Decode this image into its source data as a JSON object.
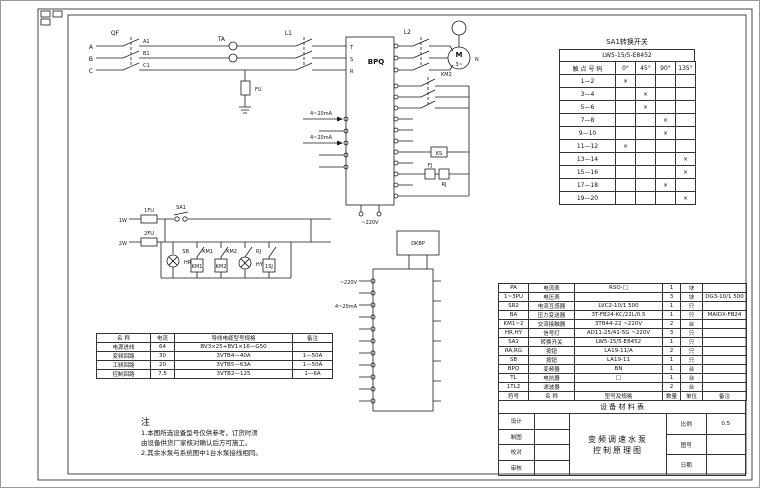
{
  "labels": {
    "phase_a": "A",
    "phase_b": "B",
    "phase_c": "C",
    "a1": "A1",
    "b1": "B1",
    "c1": "C1",
    "qf": "QF",
    "ta": "TA",
    "fu": "FU",
    "l1": "L1",
    "l2": "L2",
    "bpq": "BPQ",
    "t": "T",
    "s": "S",
    "r": "R",
    "motor": "M",
    "motor_phase": "3~",
    "n": "N",
    "ma_in1": "4~20mA",
    "ma_in2": "4~20mA",
    "v220": "~220V",
    "km1": "KM1",
    "km2": "KM2",
    "ks": "KS",
    "fj": "FJ",
    "rj": "RJ",
    "w1": "1W",
    "w2": "2W",
    "fu1": "1FU",
    "fu2": "2FU",
    "sa1": "SA1",
    "sb": "SB",
    "hr": "HR",
    "hy": "HY",
    "sj1": "1SJ",
    "dkbp": "DKBP",
    "ctrl_v220": "~220V",
    "ctrl_ma": "4~20mA"
  },
  "sa1_table": {
    "title": "SA1转换开关",
    "model": "LW5-15/5-E8452",
    "header": [
      "触 点 号 码",
      "0°",
      "45°",
      "90°",
      "135°"
    ],
    "rows": [
      [
        "1—2",
        "×",
        "",
        "",
        ""
      ],
      [
        "3—4",
        "",
        "×",
        "",
        ""
      ],
      [
        "5—6",
        "",
        "×",
        "",
        ""
      ],
      [
        "7—8",
        "",
        "",
        "×",
        ""
      ],
      [
        "9—10",
        "",
        "",
        "×",
        ""
      ],
      [
        "11—12",
        "×",
        "",
        "",
        ""
      ],
      [
        "13—14",
        "",
        "",
        "",
        "×"
      ],
      [
        "15—16",
        "",
        "",
        "",
        "×"
      ],
      [
        "17—18",
        "",
        "",
        "×",
        ""
      ],
      [
        "19—20",
        "",
        "",
        "",
        "×"
      ]
    ]
  },
  "wire_table": {
    "header": [
      "名 称",
      "电流",
      "导线电缆型号规格",
      "备注"
    ],
    "rows": [
      [
        "电源进线",
        "64",
        "BV3×25+BV1×16—G50",
        ""
      ],
      [
        "变频回路",
        "30",
        "3VTB4—40A",
        "1—50A"
      ],
      [
        "工频回路",
        "20",
        "3VTB5—63A",
        "1—50A"
      ],
      [
        "控制回路",
        "7.5",
        "3VTB2—125",
        "1—6A"
      ]
    ]
  },
  "bom": {
    "caption": "设 备 材 料 表",
    "rows": [
      [
        "PA",
        "电流表",
        "RSO-□",
        "1",
        "块",
        ""
      ],
      [
        "1~3PU",
        "电压表",
        "",
        "3",
        "块",
        "DG3-10/1 500"
      ],
      [
        "SR2",
        "电流互感器",
        "LVC2-10/1 500",
        "1",
        "只",
        ""
      ],
      [
        "BA",
        "压力变送器",
        "3T-FB24-KC/22L/0.5",
        "1",
        "只",
        "MAIDX-FB24"
      ],
      [
        "KM1~2",
        "交流接触器",
        "3TB44-22 ~220V",
        "2",
        "台",
        ""
      ],
      [
        "HR,HY",
        "信号灯",
        "AD11-25/41-5G ~220V",
        "3",
        "只",
        ""
      ],
      [
        "SA1",
        "转换开关",
        "LW5-15/5-E8452",
        "1",
        "只",
        ""
      ],
      [
        "RA,RG",
        "按钮",
        "LA19-11/A",
        "2",
        "只",
        ""
      ],
      [
        "SB",
        "按钮",
        "LA19-11",
        "1",
        "只",
        ""
      ],
      [
        "BPQ",
        "变频器",
        "BN",
        "1",
        "台",
        ""
      ],
      [
        "TL",
        "电抗器",
        "□",
        "1",
        "台",
        ""
      ],
      [
        "1TL2",
        "滤波器",
        "",
        "2",
        "台",
        ""
      ],
      [
        "符号",
        "名 称",
        "型号及规格",
        "数量",
        "单位",
        "备注"
      ]
    ]
  },
  "notes": {
    "title": "注",
    "line1": "1.本图所选设备型号仅供参考，订货时须",
    "line2": "  由设备供货厂家核对确认后方可施工。",
    "line3": "2.其余水泵与系统图中1台水泵接线相同。"
  },
  "title_block": {
    "rows": [
      "设计",
      "制图",
      "校对",
      "审核"
    ],
    "title1": "变频调速水泵",
    "title2": "控制原理图",
    "scale_label": "比例",
    "scale_value": "0.5",
    "sheet_label": "图号",
    "date_label": "日期"
  }
}
